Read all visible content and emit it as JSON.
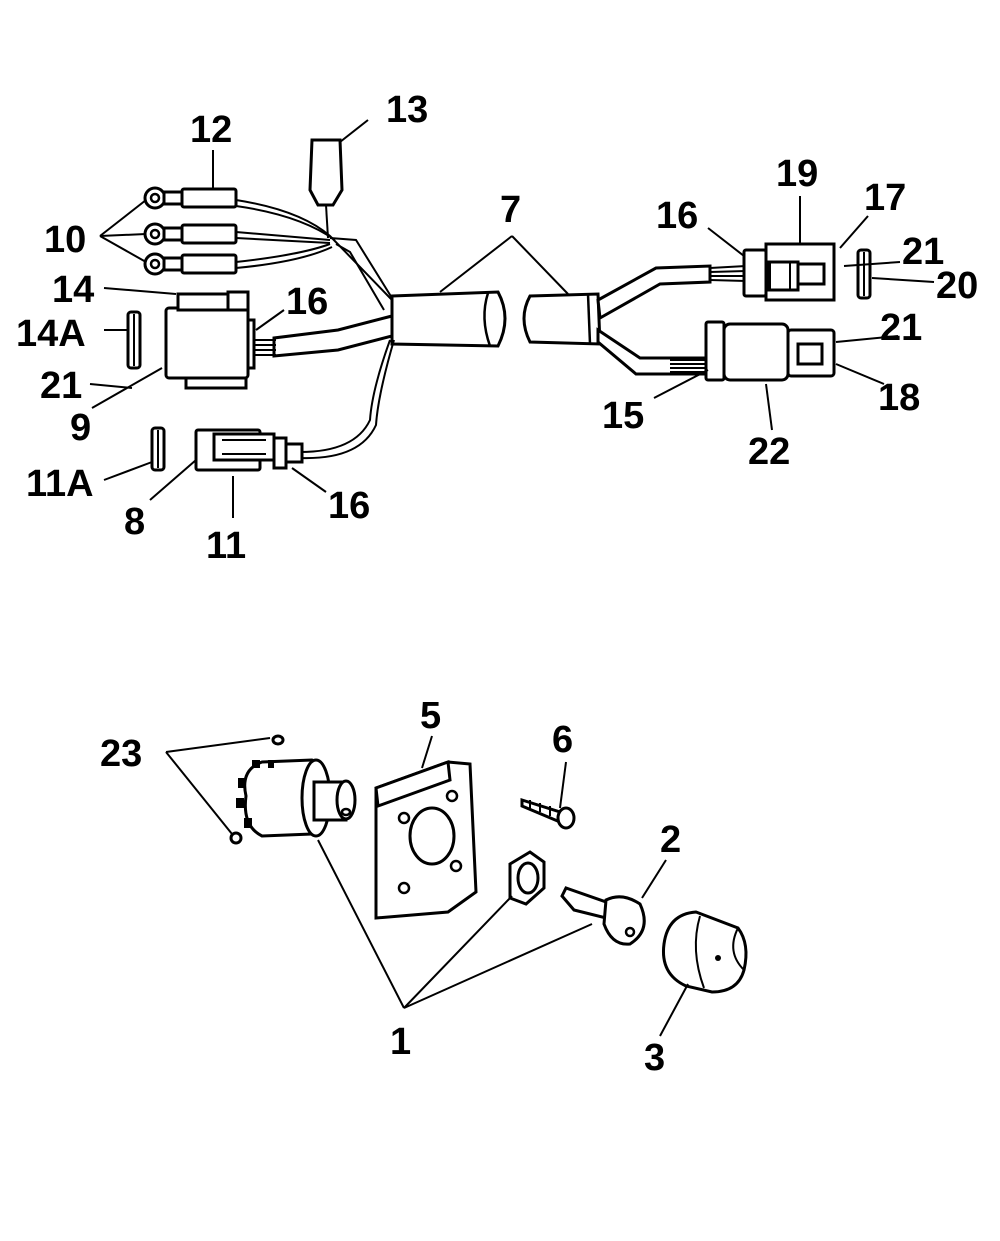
{
  "diagram": {
    "callouts": {
      "c1": "1",
      "c2": "2",
      "c3": "3",
      "c5": "5",
      "c6": "6",
      "c7": "7",
      "c8": "8",
      "c9": "9",
      "c10": "10",
      "c11": "11",
      "c11a": "11A",
      "c12": "12",
      "c13": "13",
      "c14": "14",
      "c14a": "14A",
      "c15": "15",
      "c16a": "16",
      "c16b": "16",
      "c16c": "16",
      "c17": "17",
      "c18": "18",
      "c19": "19",
      "c20": "20",
      "c21a": "21",
      "c21b": "21",
      "c21c": "21",
      "c22": "22",
      "c23": "23"
    }
  }
}
